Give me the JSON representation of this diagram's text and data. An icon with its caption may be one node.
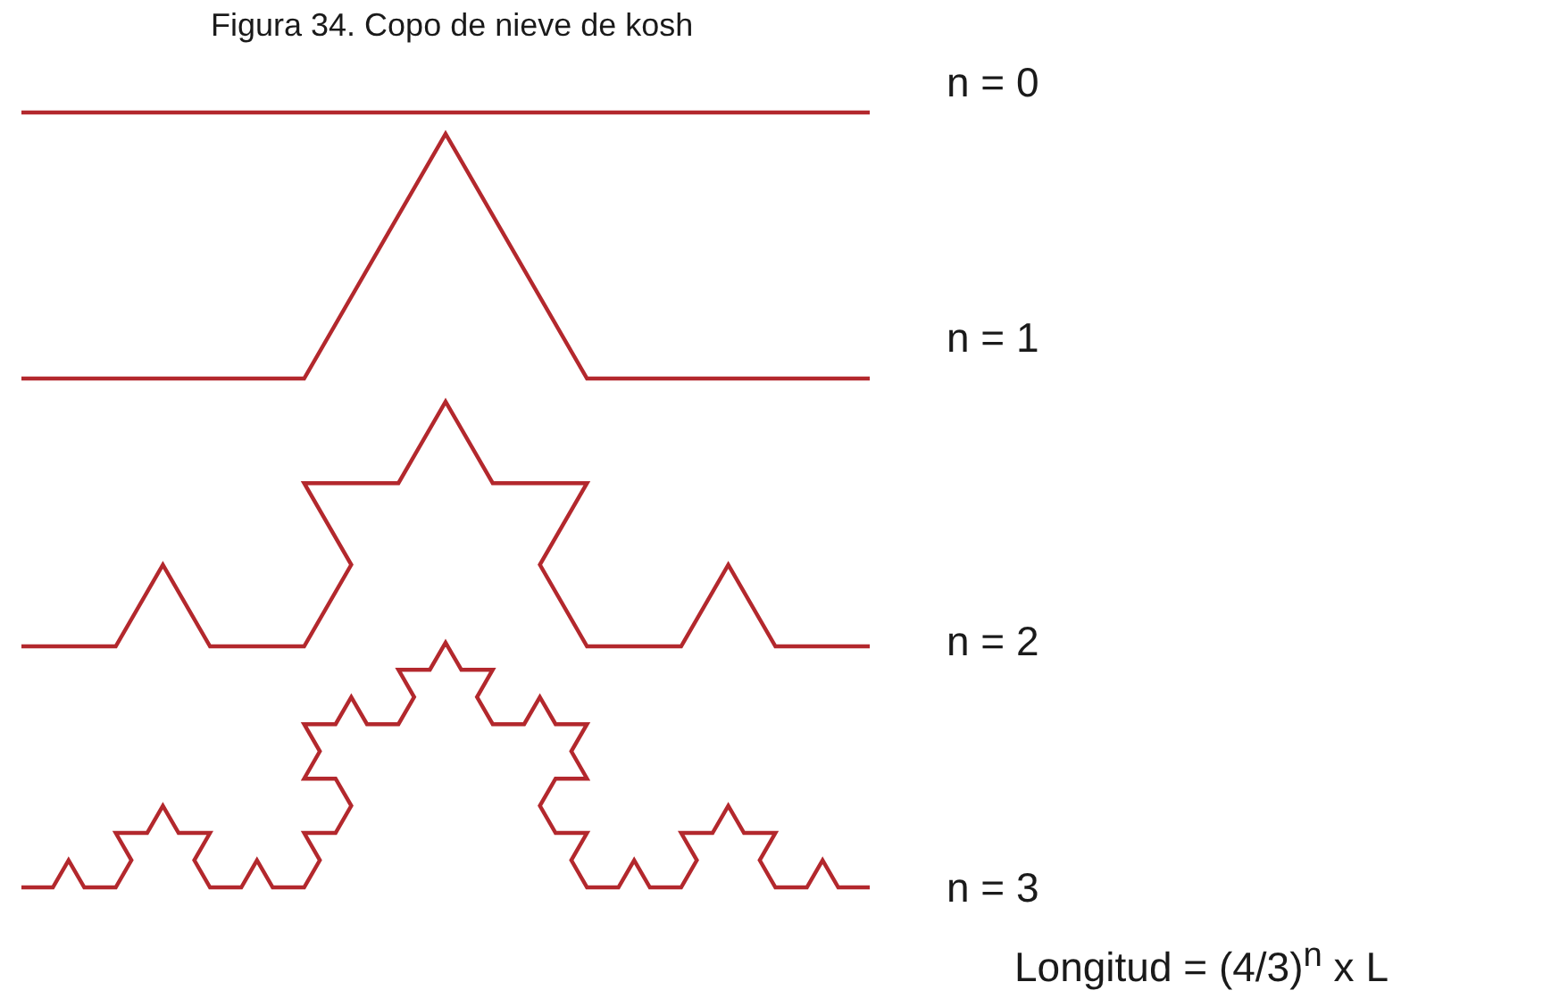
{
  "diagram": {
    "title": "Figura 34. Copo de nieve de kosh",
    "labels": [
      "n = 0",
      "n = 1",
      "n = 2",
      "n = 3",
      "Longitud = (4/3)$^{n}$ x L"
    ]
  }
}
